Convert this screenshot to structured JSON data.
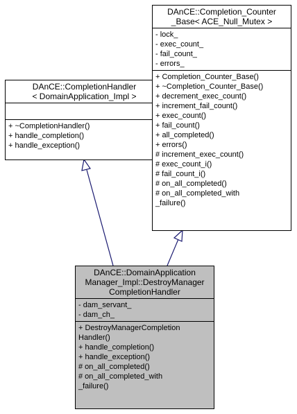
{
  "classes": {
    "completion_handler": {
      "title": [
        "DAnCE::CompletionHandler",
        "< DomainApplication_Impl >"
      ],
      "attributes": [],
      "operations": [
        "+ ~CompletionHandler()",
        "+ handle_completion()",
        "+ handle_exception()"
      ]
    },
    "completion_counter_base": {
      "title": [
        "DAnCE::Completion_Counter",
        "_Base< ACE_Null_Mutex >"
      ],
      "attributes": [
        "- lock_",
        "- exec_count_",
        "- fail_count_",
        "- errors_"
      ],
      "operations": [
        "+ Completion_Counter_Base()",
        "+ ~Completion_Counter_Base()",
        "+ decrement_exec_count()",
        "+ increment_fail_count()",
        "+ exec_count()",
        "+ fail_count()",
        "+ all_completed()",
        "+ errors()",
        "# increment_exec_count()",
        "# exec_count_i()",
        "# fail_count_i()",
        "# on_all_completed()",
        "# on_all_completed_with",
        "_failure()"
      ]
    },
    "destroy_manager_handler": {
      "title": [
        "DAnCE::DomainApplication",
        "Manager_Impl::DestroyManager",
        "CompletionHandler"
      ],
      "attributes": [
        "- dam_servant_",
        "- dam_ch_"
      ],
      "operations": [
        "+ DestroyManagerCompletion",
        "Handler()",
        "+ handle_completion()",
        "+ handle_exception()",
        "# on_all_completed()",
        "# on_all_completed_with",
        "_failure()"
      ]
    }
  },
  "edges": [
    {
      "from": "destroy_manager_handler",
      "to": "completion_handler",
      "type": "inheritance"
    },
    {
      "from": "destroy_manager_handler",
      "to": "completion_counter_base",
      "type": "inheritance"
    }
  ],
  "colors": {
    "highlight_fill": "#bfbfbf",
    "edge_color": "#191970",
    "border": "#000000"
  }
}
